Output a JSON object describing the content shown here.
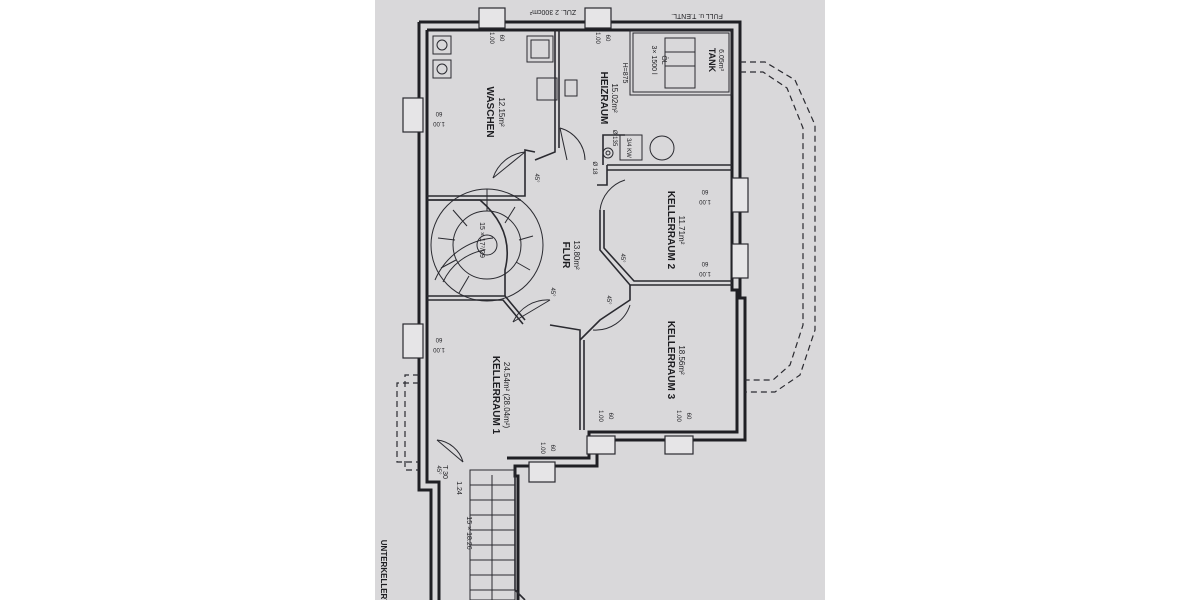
{
  "rooms": {
    "waschen": {
      "name": "WASCHEN",
      "area": "12.15m²"
    },
    "heizraum": {
      "name": "HEIZRAUM",
      "area": "15.02m²",
      "height": "H=875"
    },
    "flur": {
      "name": "FLUR",
      "area": "13.80m²"
    },
    "keller1": {
      "name": "KELLERRAUM 1",
      "area": "24.54m² (28.04m²)"
    },
    "keller2": {
      "name": "KELLERRAUM 2",
      "area": "11.71m²"
    },
    "keller3": {
      "name": "KELLERRAUM 3",
      "area": "18.56m²"
    }
  },
  "tank": {
    "label": "TANK",
    "volume": "6.05m³",
    "note": "3× 1500 l",
    "oil": "ÖL"
  },
  "notes": {
    "top_left": "ZUL. 2 300cm²",
    "top_right": "FULL u. T.ENTL.",
    "stair_main": "15 × 17⁷/29",
    "stair_side": "15 × 18.26",
    "door_t30": "T 30",
    "door_124": "1.24",
    "boiler": "3/4 KW",
    "pipe1": "Ø 135",
    "pipe2": "Ø 18",
    "bottom_edge": "UNTERKELLERT"
  },
  "windows": {
    "standard_top": "1.00",
    "standard_bottom": "60",
    "side_top": "60",
    "side_bottom": "1.00"
  },
  "door_angles": [
    "45°",
    "45°",
    "45°",
    "45°",
    "45°"
  ]
}
